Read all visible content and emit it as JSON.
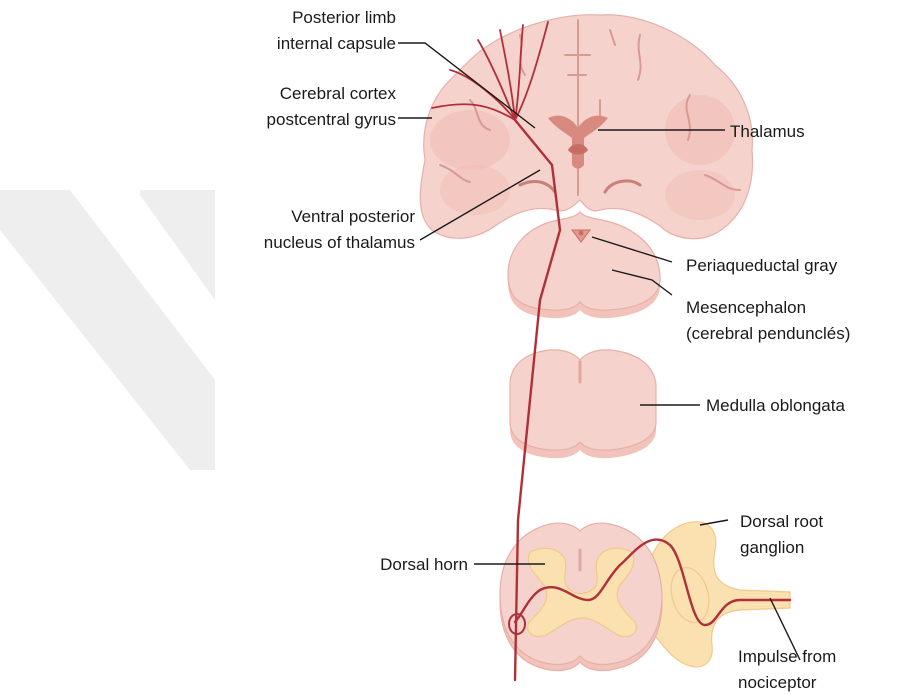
{
  "labels": {
    "posterior_limb_1": "Posterior limb",
    "posterior_limb_2": "internal capsule",
    "cerebral_cortex_1": "Cerebral cortex",
    "cerebral_cortex_2": "postcentral gyrus",
    "thalamus": "Thalamus",
    "ventral_posterior_1": "Ventral posterior",
    "ventral_posterior_2": "nucleus of thalamus",
    "periaqueductal_gray": "Periaqueductal gray",
    "mesencephalon_1": "Mesencephalon",
    "mesencephalon_2": "(cerebral pendunclés)",
    "medulla_oblongata": "Medulla oblongata",
    "dorsal_root_1": "Dorsal root",
    "dorsal_root_2": "ganglion",
    "dorsal_horn": "Dorsal horn",
    "impulse_1": "Impulse from",
    "impulse_2": "nociceptor"
  },
  "colors": {
    "tract": "#b0303a",
    "tissue": "#f6d2cc",
    "gray_matter": "#fbe0b0",
    "watermark": "#eeeeee"
  },
  "icons": {
    "watermark": "chevron-right-watermark-icon"
  }
}
